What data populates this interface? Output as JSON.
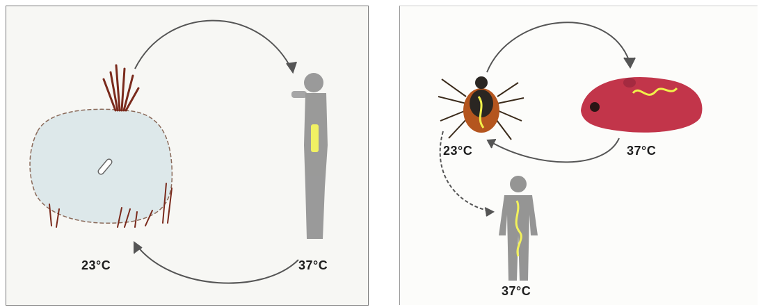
{
  "left_panel": {
    "temp_environment": "23°C",
    "temp_human": "37°C"
  },
  "right_panel": {
    "temp_tick": "23°C",
    "temp_mouse": "37°C",
    "temp_human": "37°C"
  },
  "colors": {
    "arrow": "#555555",
    "grass": "#7a2a1c",
    "human": "#8a8a8a",
    "pathogen": "#f1f04a",
    "tick_body": "#6b4020",
    "mouse_body": "#c2354a"
  },
  "icons": [
    "grass-tuft-icon",
    "soil-water-icon",
    "drinking-human-icon",
    "tick-icon",
    "mouse-icon",
    "human-figure-icon"
  ]
}
